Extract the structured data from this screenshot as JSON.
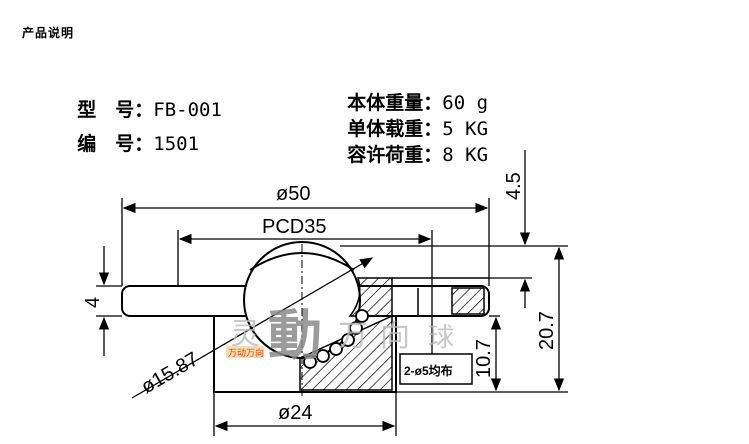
{
  "header": {
    "title": "产品说明"
  },
  "specs_left": [
    {
      "label": "型　号：",
      "value": "FB-001"
    },
    {
      "label": "编　号：",
      "value": "1501"
    }
  ],
  "specs_right": [
    {
      "label": "本体重量：",
      "value": "60 g"
    },
    {
      "label": "单体载重：",
      "value": "5 KG"
    },
    {
      "label": "容许荷重：",
      "value": "8 KG"
    }
  ],
  "drawing": {
    "dims": {
      "d50": "ø50",
      "pcd": "PCD35",
      "d15": "ø15.87",
      "d24": "ø24",
      "h4": "4",
      "h45": "4.5",
      "h207": "20.7",
      "h107": "10.7",
      "holes": "2-ø5均布"
    },
    "watermark": {
      "c1": "灵",
      "c2": "動",
      "c3": "万",
      "c4": "向",
      "c5": "球",
      "stamp": "万动万向"
    }
  }
}
